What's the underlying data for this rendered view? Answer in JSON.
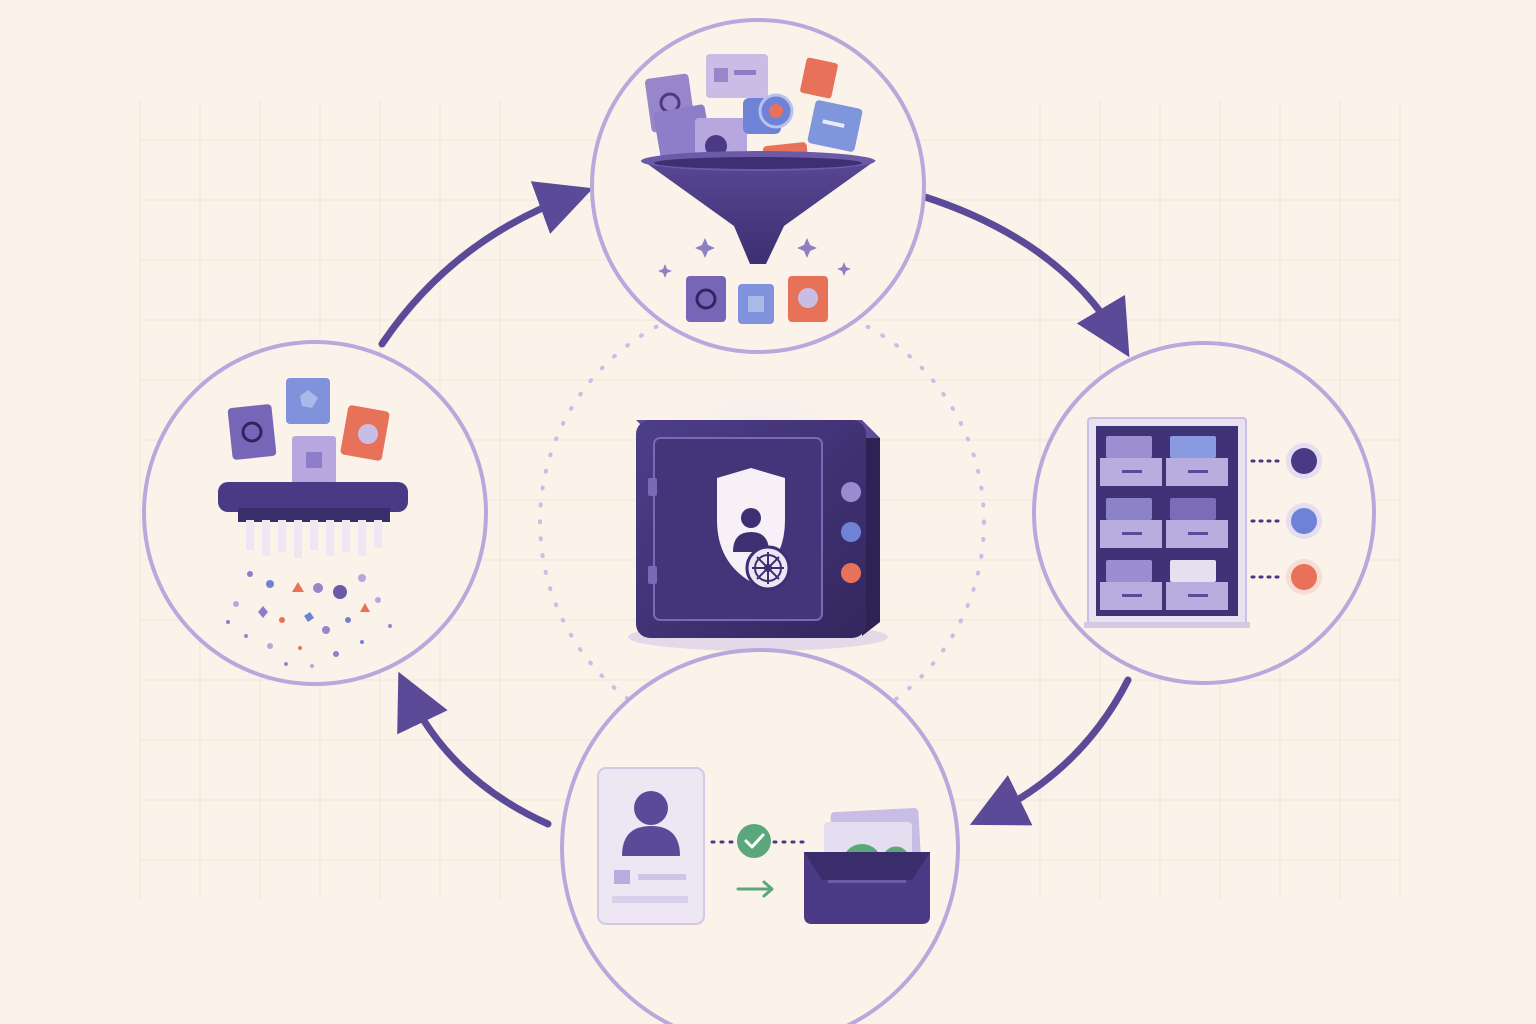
{
  "colors": {
    "background": "#fbf3e9",
    "grid": "#ece2d6",
    "ring": "#b9a8dc",
    "arrow": "#5b4a98",
    "primary": "#4a3a86",
    "lavender": "#9b8ad0",
    "blue": "#6f83d6",
    "coral": "#e8715a",
    "green": "#5aa77b"
  },
  "center": {
    "name": "secure-data-safe",
    "icons": [
      "safe-icon",
      "shield-icon",
      "user-icon",
      "dial-icon"
    ],
    "indicator_colors": [
      "#9b8ad0",
      "#6f83d6",
      "#e8715a"
    ]
  },
  "stages": [
    {
      "id": "collect",
      "icons": [
        "funnel-icon",
        "data-card-icon",
        "sparkle-icon"
      ]
    },
    {
      "id": "store",
      "icons": [
        "filing-cabinet-icon",
        "drawer-icon",
        "status-dot-icon"
      ]
    },
    {
      "id": "use",
      "icons": [
        "profile-card-icon",
        "check-icon",
        "arrow-right-icon",
        "inbox-tray-icon"
      ]
    },
    {
      "id": "dispose",
      "icons": [
        "shredder-icon",
        "data-card-icon",
        "particles-icon"
      ]
    }
  ],
  "flow": [
    "collect",
    "store",
    "use",
    "dispose",
    "collect"
  ]
}
